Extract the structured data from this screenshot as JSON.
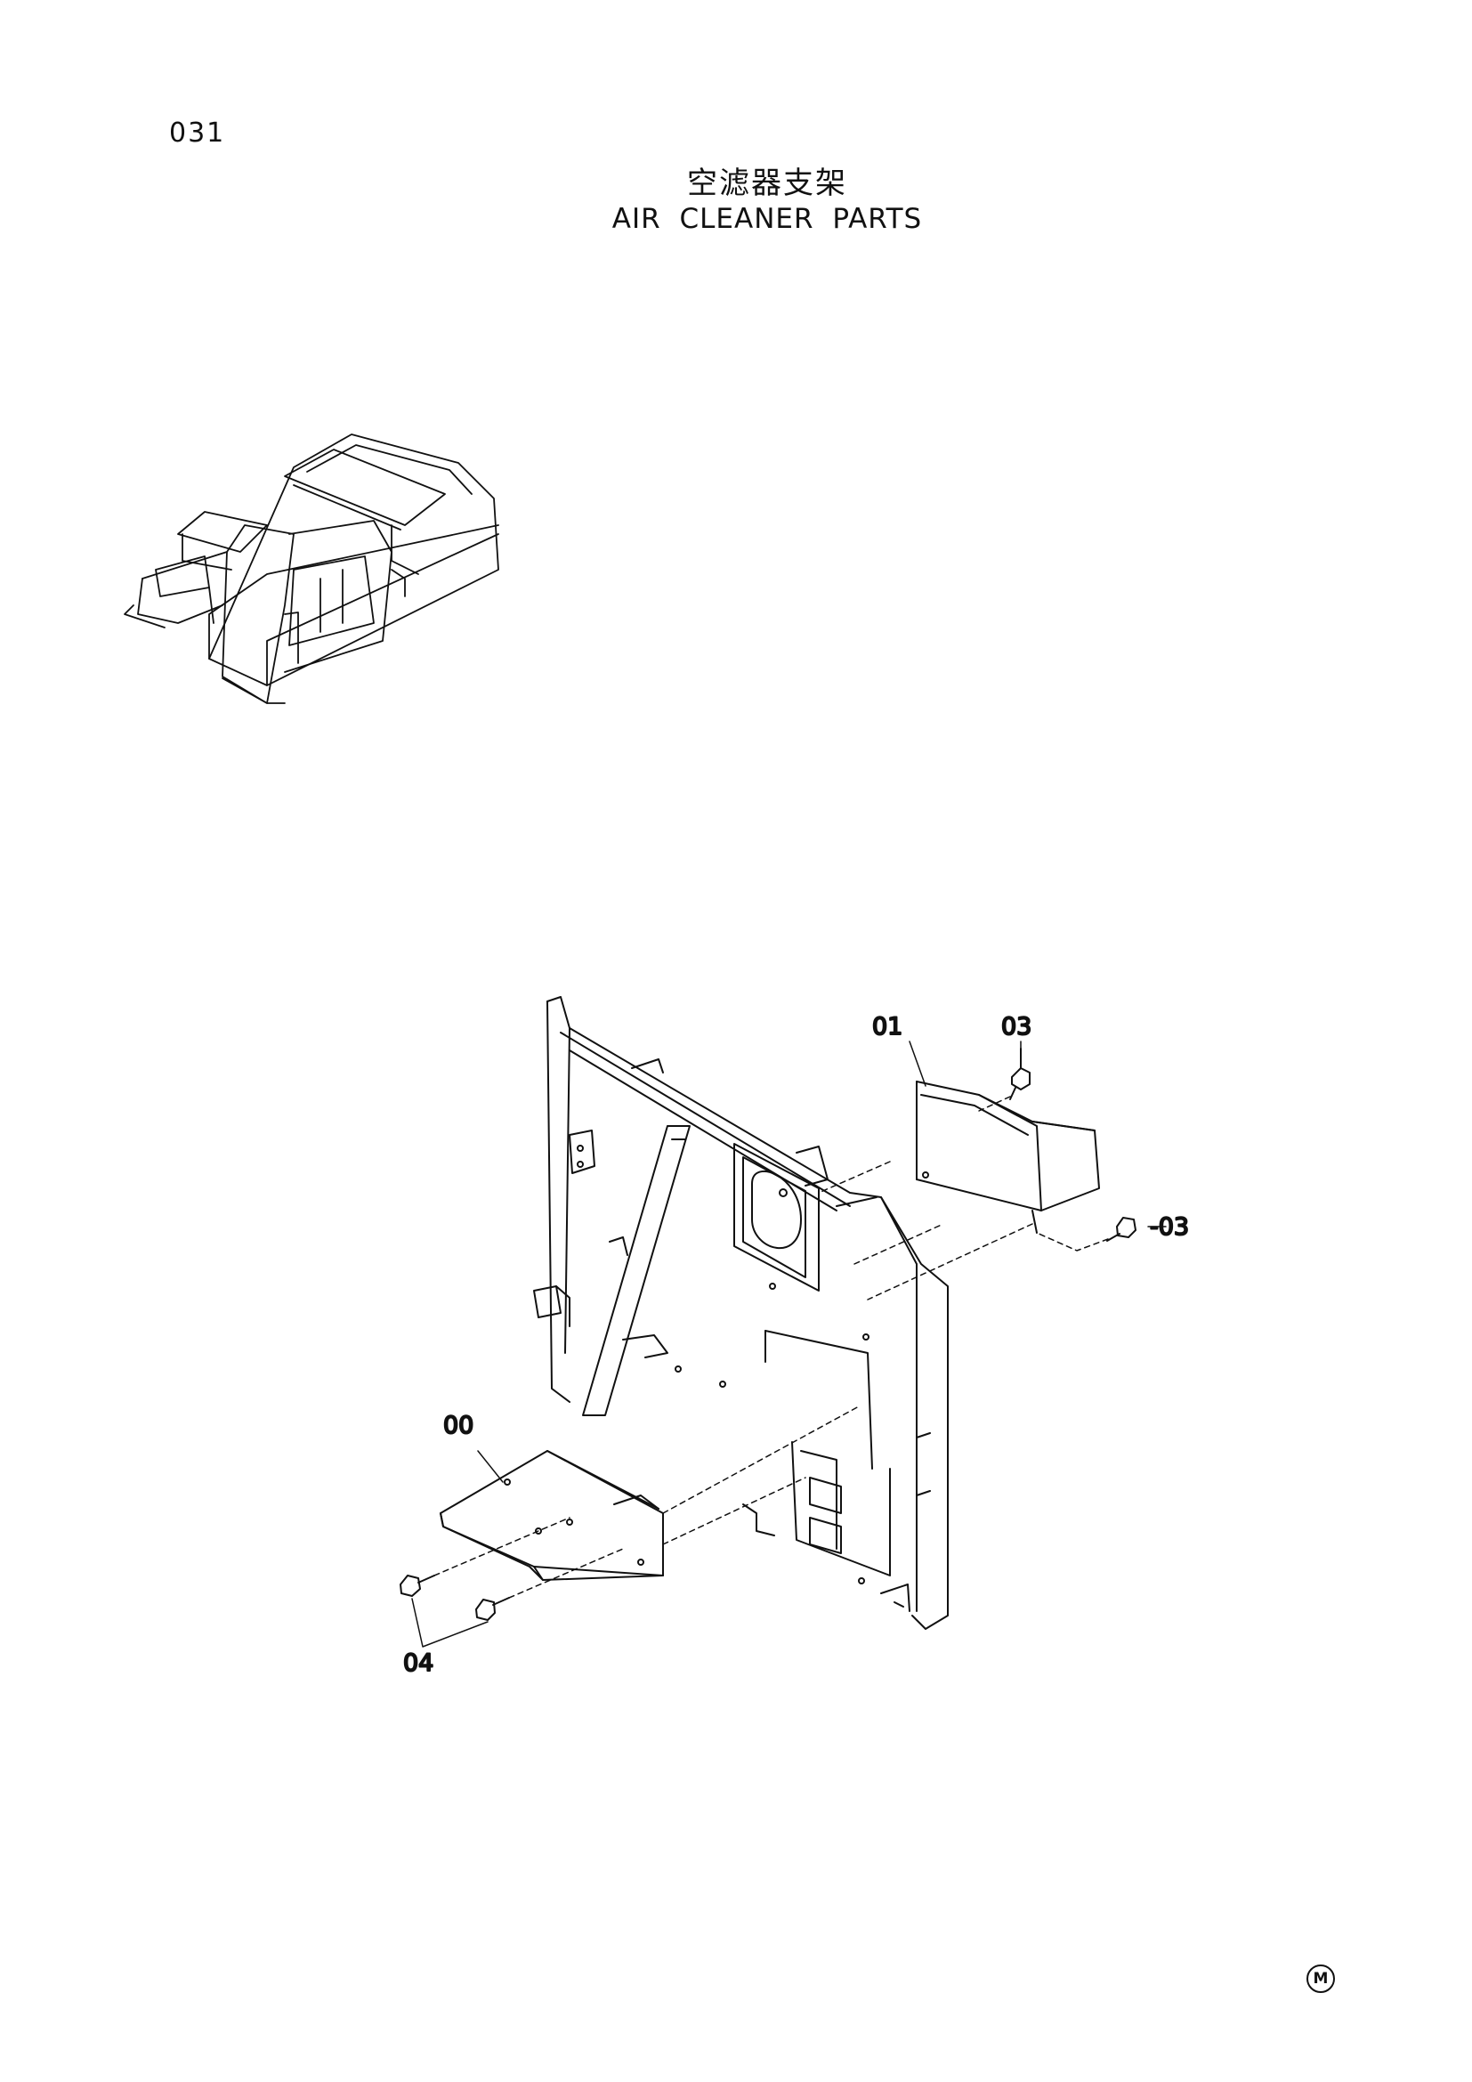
{
  "page": {
    "number": "031"
  },
  "title": {
    "chinese": "空滤器支架",
    "english": "AIR CLEANER PARTS"
  },
  "callouts": {
    "bracket": "00",
    "cover": "01",
    "bolt_top": "03",
    "bolt_right": "-03",
    "bolts_bottom": "04"
  },
  "footer": {
    "mark": "M"
  },
  "icons": [
    "excavator-overview-icon",
    "bolt-icon"
  ]
}
